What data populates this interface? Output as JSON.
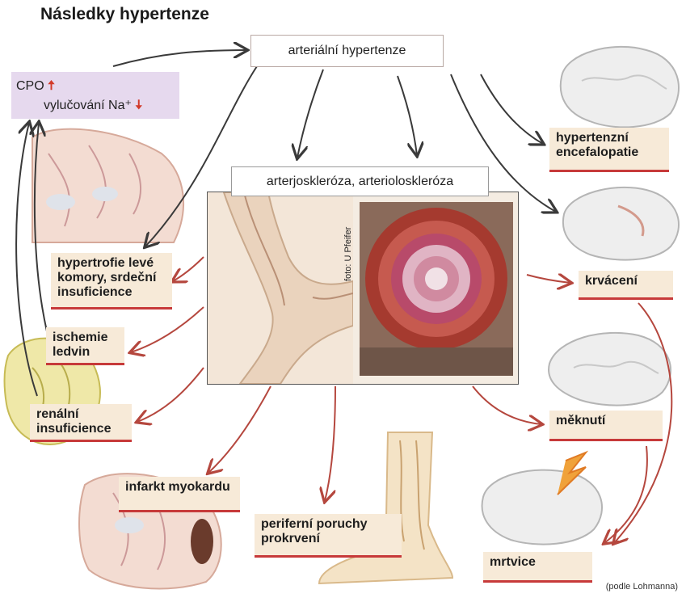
{
  "title": "Následky hypertenze",
  "center": {
    "top_box": "arteriální hypertenze",
    "athero_box": "arterjoskleróza, arterioloskleróza",
    "photo_credit": "foto: U Pfeifer"
  },
  "feedback_box": {
    "line1": "CPO",
    "line2": "vylučování Na⁺",
    "up_arrow": "🠅",
    "down_arrow": "🠇"
  },
  "labels": {
    "hypertrophy": "hypertrofie levé komory, srdeční insuficience",
    "ischemia": "ischemie ledvin",
    "renal": "renální insuficience",
    "infarct": "infarkt myokardu",
    "peripheral": "periferní poruchy prokrvení",
    "encephalopathy": "hypertenzní encefalopatie",
    "hemorrhage": "krvácení",
    "softening": "měknutí",
    "stroke": "mrtvice"
  },
  "footnote": "(podle Lohmanna)",
  "colors": {
    "label_bg": "#f7ead8",
    "label_underline": "#c73a3a",
    "arrow_dark": "#3a3a3a",
    "arrow_red": "#b5473e",
    "feedback_bg": "#e6d9ee"
  }
}
